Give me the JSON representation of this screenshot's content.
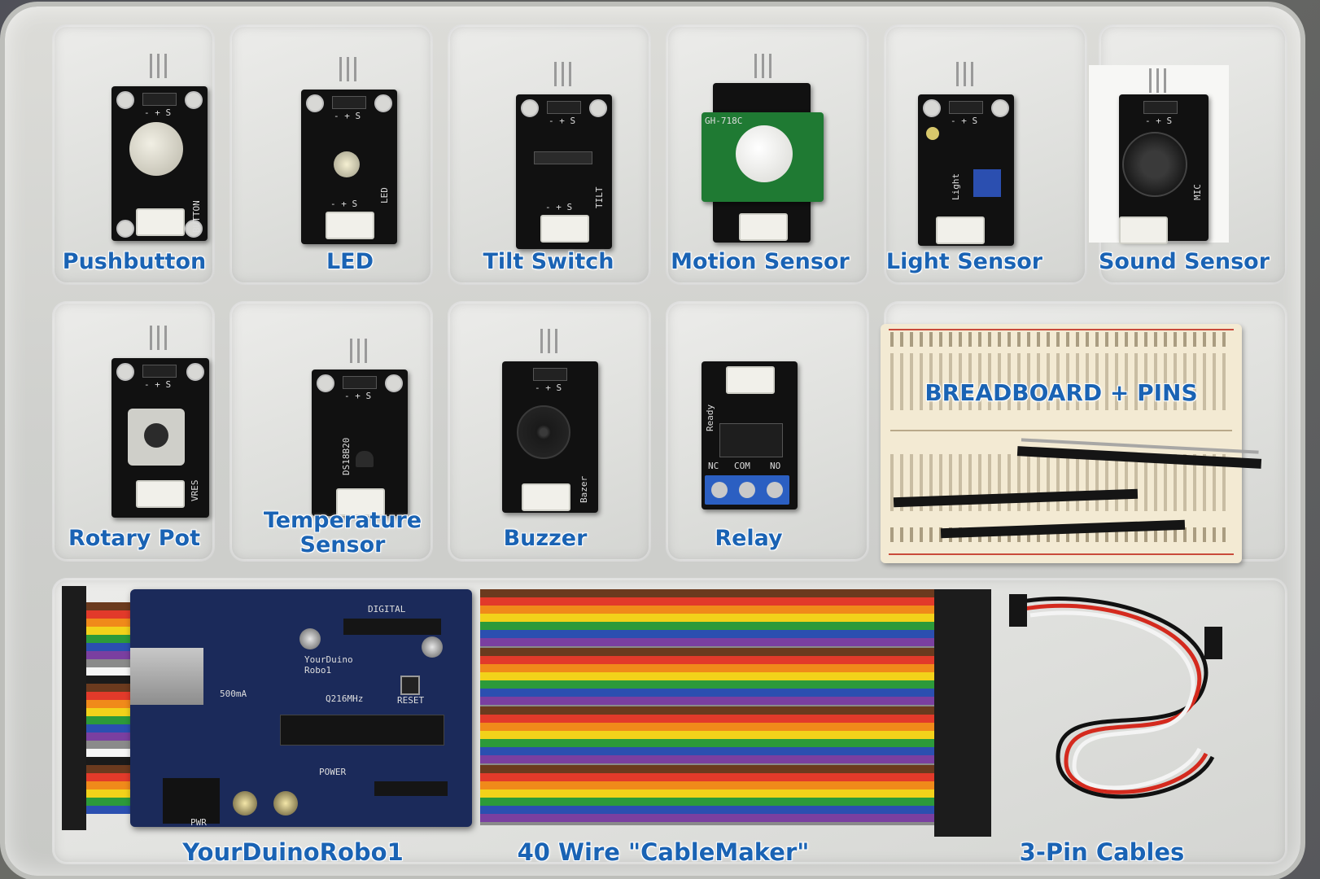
{
  "labels": {
    "pushbutton": "Pushbutton",
    "led": "LED",
    "tilt_switch": "Tilt Switch",
    "motion_sensor": "Motion Sensor",
    "light_sensor": "Light Sensor",
    "sound_sensor": "Sound Sensor",
    "rotary_pot": "Rotary Pot",
    "temperature_line1": "Temperature",
    "temperature_line2": "Sensor",
    "buzzer": "Buzzer",
    "relay": "Relay",
    "breadboard": "BREADBOARD + PINS",
    "yourduino": "YourDuinoRobo1",
    "cablemaker": "40 Wire \"CableMaker\"",
    "three_pin_cables": "3-Pin Cables"
  },
  "silkscreen": {
    "pin_marks": "- + S",
    "button": "BUTTON",
    "led": "LED",
    "tilt": "TILT",
    "motion_model": "GH-718C",
    "light": "Light",
    "mic": "MIC",
    "vres": "VRES",
    "ds18b20": "DS18B20",
    "bazer": "Bazer",
    "ready": "Ready",
    "nc": "NC",
    "com": "COM",
    "no": "NO",
    "digital": "DIGITAL",
    "board_name": "YourDuino Robo1",
    "reset": "RESET",
    "power": "POWER",
    "crystal": "Q216MHz",
    "pwr": "PWR",
    "current": "500mA"
  },
  "colors": {
    "label_text": "#1a63b4",
    "tray": "#d4d5d2",
    "pcb": "#111111",
    "board_blue": "#1b2a5a",
    "pir_green": "#1f7a33",
    "relay_terminal": "#2b5fc2"
  }
}
